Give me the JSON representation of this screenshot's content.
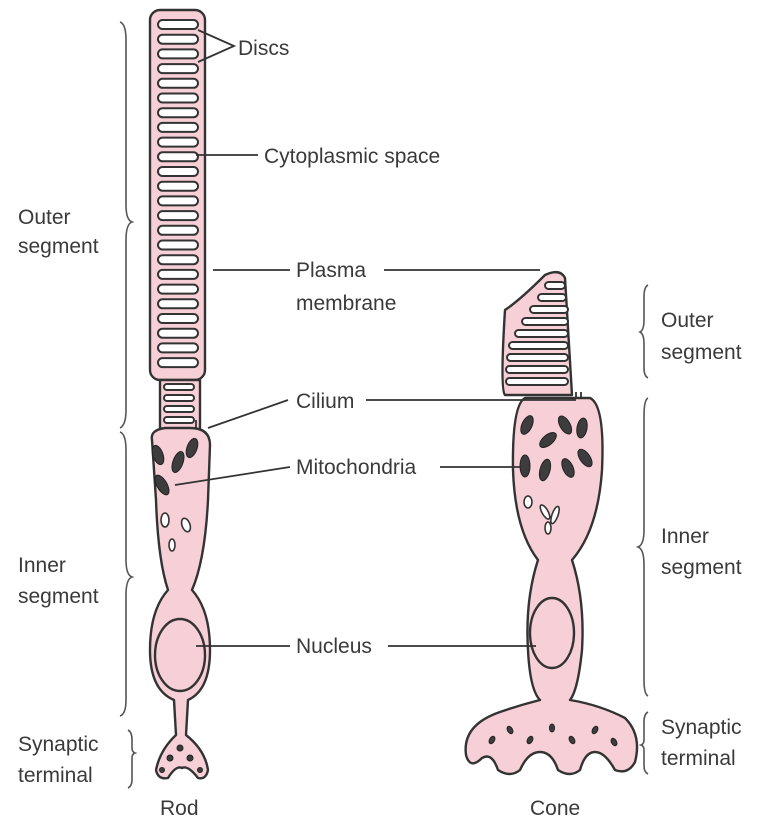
{
  "labels": {
    "discs": "Discs",
    "cytoplasmic_space": "Cytoplasmic space",
    "plasma_line1": "Plasma",
    "plasma_line2": "membrane",
    "cilium": "Cilium",
    "mitochondria": "Mitochondria",
    "nucleus": "Nucleus"
  },
  "rod_regions": {
    "outer_line1": "Outer",
    "outer_line2": "segment",
    "inner_line1": "Inner",
    "inner_line2": "segment",
    "synaptic_line1": "Synaptic",
    "synaptic_line2": "terminal"
  },
  "cone_regions": {
    "outer_line1": "Outer",
    "outer_line2": "segment",
    "inner_line1": "Inner",
    "inner_line2": "segment",
    "synaptic_line1": "Synaptic",
    "synaptic_line2": "terminal"
  },
  "captions": {
    "rod": "Rod",
    "cone": "Cone"
  },
  "colors": {
    "cell_fill": "#f7cfd6",
    "outline": "#333333"
  }
}
